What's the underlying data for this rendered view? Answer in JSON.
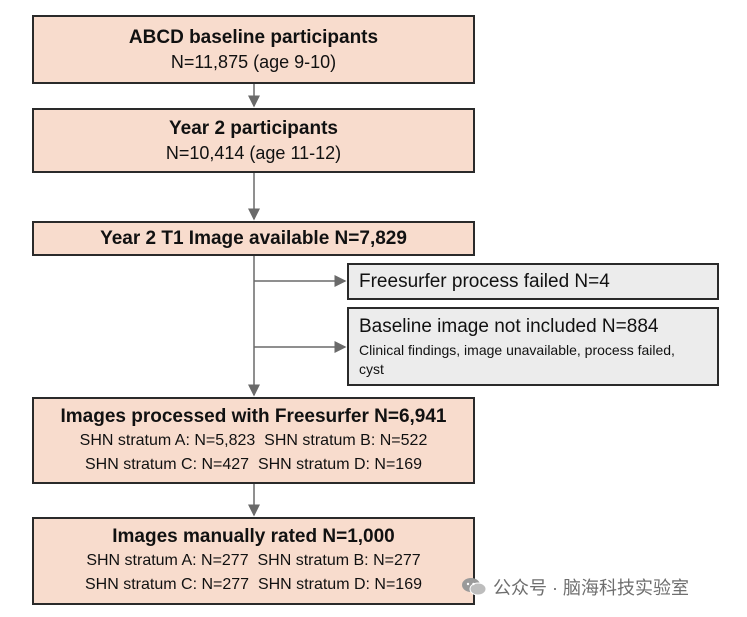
{
  "boxes": {
    "baseline": {
      "title": "ABCD baseline participants",
      "sub": "N=11,875 (age 9-10)"
    },
    "year2": {
      "title": "Year 2 participants",
      "sub": "N=10,414 (age 11-12)"
    },
    "t1": {
      "title": "Year 2 T1 Image available N=7,829"
    },
    "freesurfer_failed": {
      "title": "Freesurfer process failed N=4"
    },
    "baseline_excluded": {
      "title": "Baseline image not included N=884",
      "detail": "Clinical findings, image unavailable, process failed, cyst"
    },
    "processed": {
      "title": "Images processed with Freesurfer N=6,941",
      "row1": "SHN stratum A: N=5,823  SHN stratum B: N=522",
      "row2": "SHN stratum C: N=427  SHN stratum D: N=169"
    },
    "rated": {
      "title": "Images manually rated N=1,000",
      "row1": "SHN stratum A: N=277  SHN stratum B: N=277",
      "row2": "SHN stratum C: N=277  SHN stratum D: N=169"
    }
  },
  "watermark": {
    "text": "公众号 · 脑海科技实验室",
    "icon": "wechat-icon"
  },
  "colors": {
    "main_box": "#f8dccd",
    "exclusion_box": "#ececec",
    "border": "#2a2a2a"
  }
}
